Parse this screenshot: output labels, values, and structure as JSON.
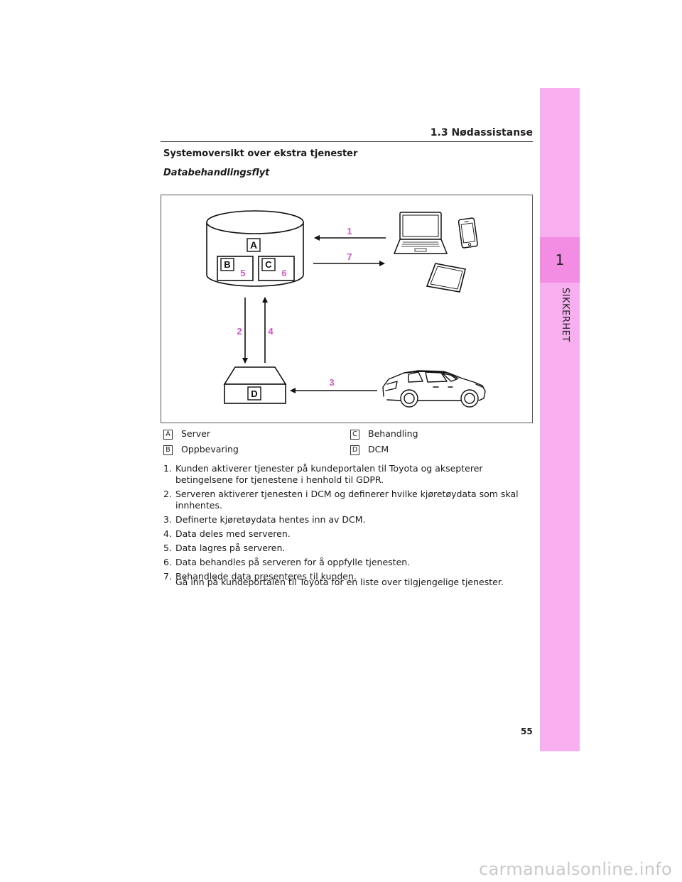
{
  "sidebar": {
    "chapter_number": "1",
    "chapter_label": "SIKKERHET"
  },
  "header": {
    "section_title": "1.3 Nødassistanse"
  },
  "content": {
    "title": "Systemoversikt over ekstra tjenester",
    "subtitle": "Databehandlingsflyt"
  },
  "diagram": {
    "labels": {
      "a": "A",
      "b": "B",
      "c": "C",
      "d": "D"
    },
    "numbers": {
      "n1": "1",
      "n2": "2",
      "n3": "3",
      "n4": "4",
      "n5": "5",
      "n6": "6",
      "n7": "7"
    },
    "accent_color": "#d155c6",
    "icons": [
      "laptop-icon",
      "smartphone-icon",
      "tablet-icon",
      "car-icon",
      "server-cylinder",
      "dcm-box"
    ]
  },
  "legend": [
    {
      "key": "A",
      "label": "Server"
    },
    {
      "key": "B",
      "label": "Oppbevaring"
    },
    {
      "key": "C",
      "label": "Behandling"
    },
    {
      "key": "D",
      "label": "DCM"
    }
  ],
  "steps": [
    {
      "num": "1.",
      "text": "Kunden aktiverer tjenester på kundeportalen til Toyota og aksepterer betingelsene for tjenestene i henhold til GDPR."
    },
    {
      "num": "2.",
      "text": "Serveren aktiverer tjenesten i DCM og definerer hvilke kjøretøydata som skal innhentes."
    },
    {
      "num": "3.",
      "text": "Definerte kjøretøydata hentes inn av DCM."
    },
    {
      "num": "4.",
      "text": "Data deles med serveren."
    },
    {
      "num": "5.",
      "text": "Data lagres på serveren."
    },
    {
      "num": "6.",
      "text": "Data behandles på serveren for å oppfylle tjenesten."
    },
    {
      "num": "7.",
      "text": "Behandlede data presenteres til kunden."
    }
  ],
  "note": "Gå inn på kundeportalen til Toyota for en liste over tilgjengelige tjenester.",
  "footer": {
    "page_number": "55",
    "watermark": "carmanualsonline.info"
  },
  "colors": {
    "side_tab": "#f8aff0",
    "side_tab_active": "#f28de3",
    "accent": "#d155c6"
  }
}
